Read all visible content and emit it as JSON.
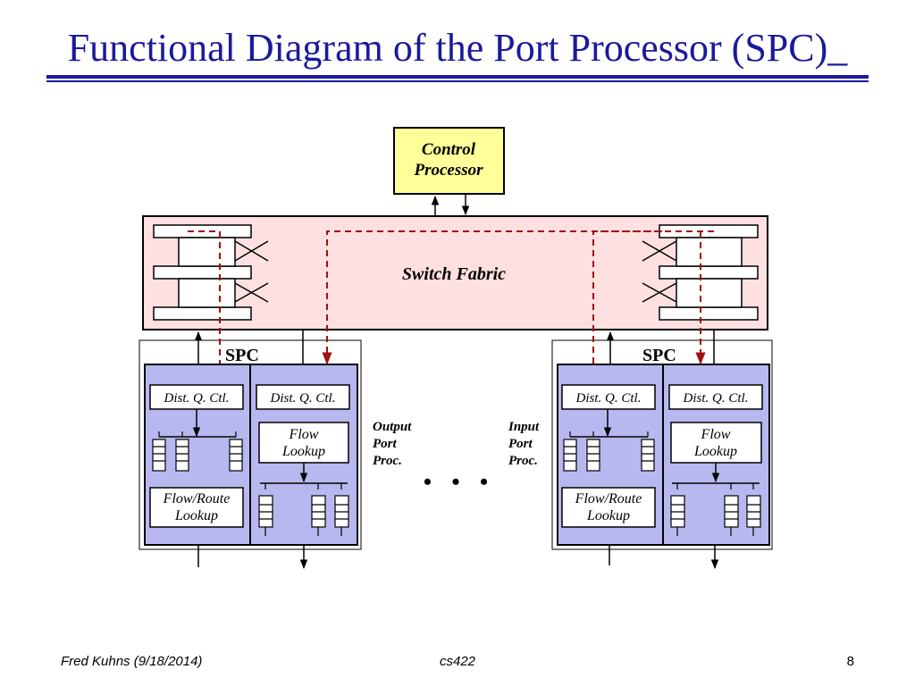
{
  "slide": {
    "title": "Functional Diagram of the Port Processor (SPC)_"
  },
  "diagram": {
    "control_processor": {
      "line1": "Control",
      "line2": "Processor"
    },
    "switch_fabric": {
      "label": "Switch Fabric"
    },
    "spc_units": [
      {
        "label": "SPC",
        "left_module": {
          "dqc": "Dist. Q. Ctl.",
          "lookup_line1": "Flow/Route",
          "lookup_line2": "Lookup"
        },
        "right_module": {
          "dqc": "Dist. Q. Ctl.",
          "lookup_line1": "Flow",
          "lookup_line2": "Lookup"
        }
      },
      {
        "label": "SPC",
        "left_module": {
          "dqc": "Dist. Q. Ctl.",
          "lookup_line1": "Flow/Route",
          "lookup_line2": "Lookup"
        },
        "right_module": {
          "dqc": "Dist. Q. Ctl.",
          "lookup_line1": "Flow",
          "lookup_line2": "Lookup"
        }
      }
    ],
    "output_port_label": [
      "Output",
      "Port",
      "Proc."
    ],
    "input_port_label": [
      "Input",
      "Port",
      "Proc."
    ],
    "ellipsis": "• • •",
    "colors": {
      "control_fill": "#ffff99",
      "fabric_fill": "#ffe0e0",
      "module_fill": "#b8b8f0",
      "dashed_path": "#a01010",
      "title": "#1a1a9c"
    }
  },
  "footer": {
    "author": "Fred Kuhns (9/18/2014)",
    "course": "cs422",
    "page": "8"
  }
}
